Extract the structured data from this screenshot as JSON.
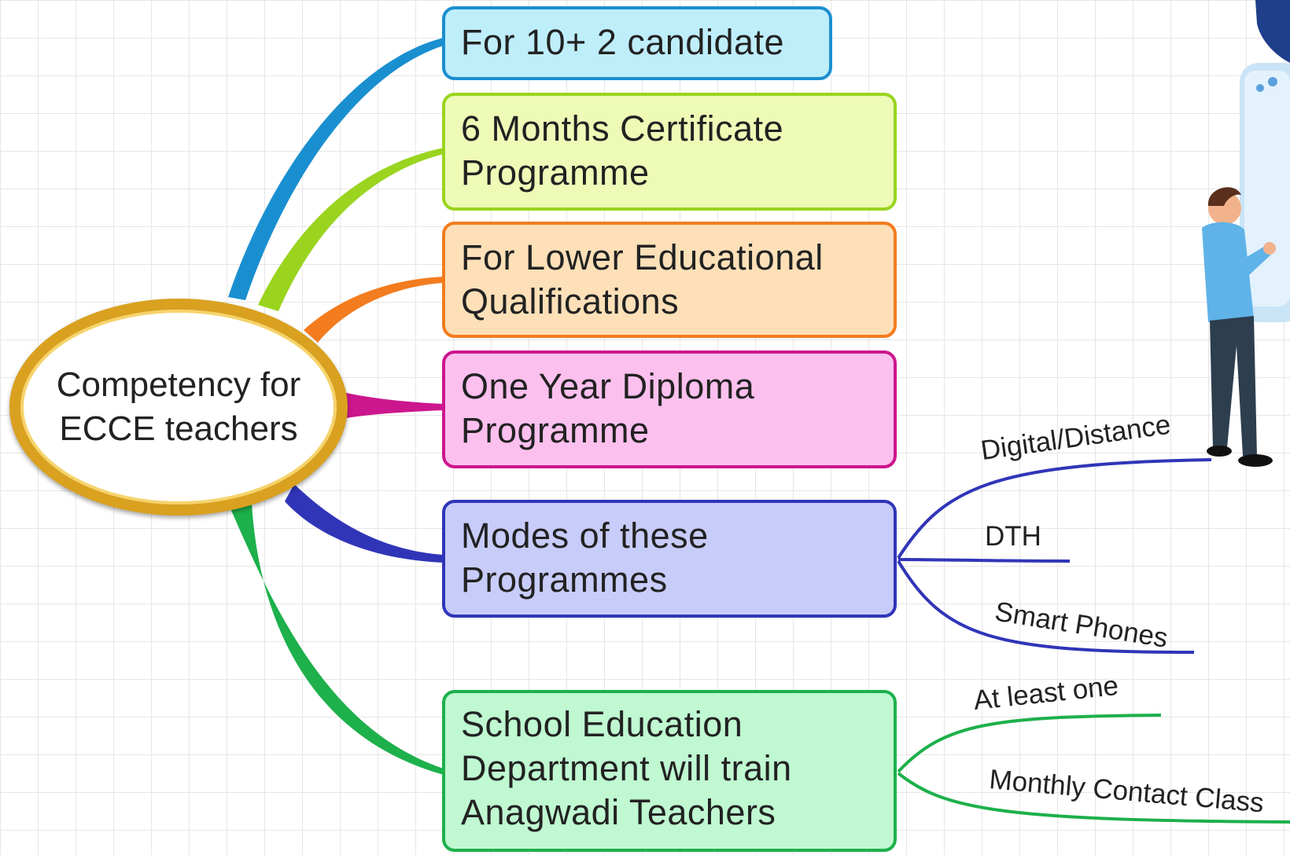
{
  "diagram": {
    "central": "Competency for\nECCE teachers",
    "branches": [
      {
        "label": "For 10+ 2 candidate",
        "color": "#1a8fd0"
      },
      {
        "label": "6 Months Certificate\nProgramme",
        "color": "#9ad41f"
      },
      {
        "label": "For Lower Educational\nQualifications",
        "color": "#f37c1e"
      },
      {
        "label": "One Year Diploma\nProgramme",
        "color": "#cc168d"
      },
      {
        "label": "Modes of these\nProgrammes",
        "color": "#3035b8"
      },
      {
        "label": "School Education\nDepartment will train\nAnagwadi Teachers",
        "color": "#1db04b"
      }
    ],
    "modes": [
      "Digital/Distance",
      "DTH",
      "Smart Phones"
    ],
    "training": [
      "At least one",
      "Monthly Contact Class"
    ]
  }
}
